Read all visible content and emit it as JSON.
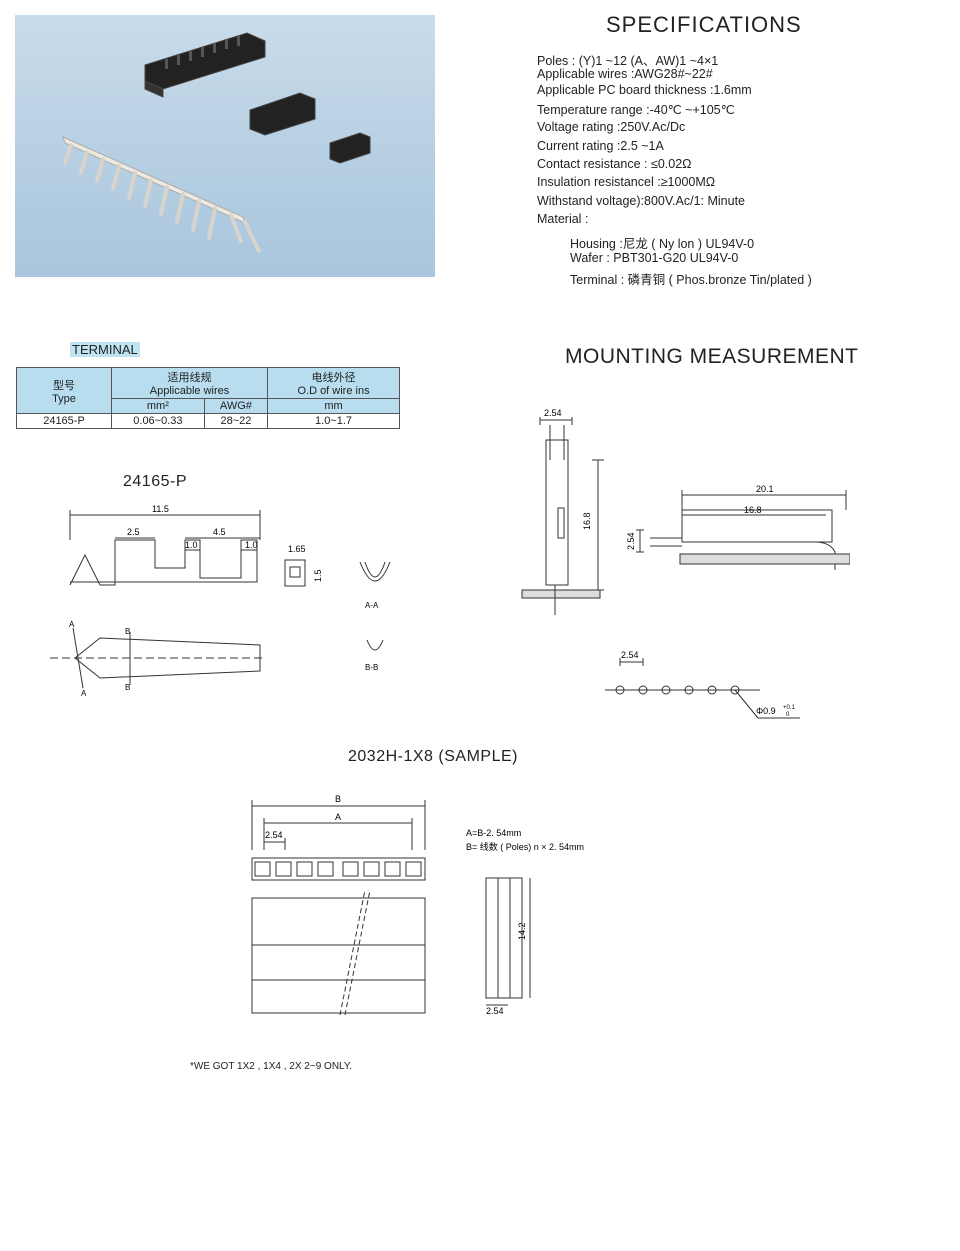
{
  "specifications": {
    "title": "SPECIFICATIONS",
    "lines": [
      {
        "label": "Poles",
        "value": ": (Y)1 ~12       (A、AW)1 ~4×1"
      },
      {
        "label": "Applicable wires",
        "value": ":AWG28#~22#"
      },
      {
        "label": "Applicable PC board thickness",
        "value": ":1.6mm"
      },
      {
        "label": "Temperature range",
        "value": ":-40℃ ~+105℃"
      },
      {
        "label": "Voltage rating",
        "value": ":250V.Ac/Dc"
      },
      {
        "label": "Current rating",
        "value": ":2.5 ~1A"
      },
      {
        "label": "Contact resistance",
        "value": ": ≤0.02Ω"
      },
      {
        "label": "Insulation resistancel",
        "value": ":≥1000MΩ"
      },
      {
        "label": "Withstand voltage)",
        "value": ":800V.Ac/1:        Minute"
      },
      {
        "label": "Material",
        "value": ":"
      }
    ],
    "material": [
      {
        "label": "Housing",
        "value": ":尼龙 ( Ny lon ) UL94V-0"
      },
      {
        "label": "Wafer",
        "value": ": PBT301-G20 UL94V-0"
      },
      {
        "label": "Terminal",
        "value": ": 磷青铜 ( Phos.bronze Tin/plated )"
      }
    ]
  },
  "terminal": {
    "label": "TERMINAL",
    "headers": {
      "type_cn": "型号",
      "type_en": "Type",
      "wires_cn": "适用线规",
      "wires_en": "Applicable wires",
      "od_cn": "电线外径",
      "od_en": "O.D of wire ins",
      "mm2": "mm²",
      "awg": "AWG#",
      "mm": "mm"
    },
    "row": {
      "type": "24165-P",
      "mm2": "0.06~0.33",
      "awg": "28~22",
      "mm": "1.0~1.7"
    }
  },
  "mounting": {
    "title": "MOUNTING  MEASUREMENT",
    "dims": {
      "pitch": "2.54",
      "height": "16.8",
      "len1": "20.1",
      "len2": "16.8",
      "side": "2.54",
      "pitch2": "2.54",
      "hole": "Φ0.9",
      "tol": "+0.1",
      "tol0": "0"
    }
  },
  "terminal_drawing": {
    "title": "24165-P",
    "dims": {
      "total": "11.5",
      "a": "2.5",
      "b": "4.5",
      "c": "1.0",
      "d": "1.0",
      "e": "1.65",
      "f": "1.5"
    },
    "labels": {
      "aa": "A-A",
      "bb": "B-B",
      "A": "A",
      "B": "B"
    }
  },
  "sample": {
    "title": "2032H-1X8 (SAMPLE)",
    "dims": {
      "B": "B",
      "A": "A",
      "pitch": "2.54",
      "h": "14.2",
      "w": "2.54"
    },
    "formula1": "A=B-2. 54mm",
    "formula2": "B= 线数 ( Poles) n × 2. 54mm",
    "note": "*WE  GOT  1X2 , 1X4 , 2X 2~9  ONLY."
  }
}
